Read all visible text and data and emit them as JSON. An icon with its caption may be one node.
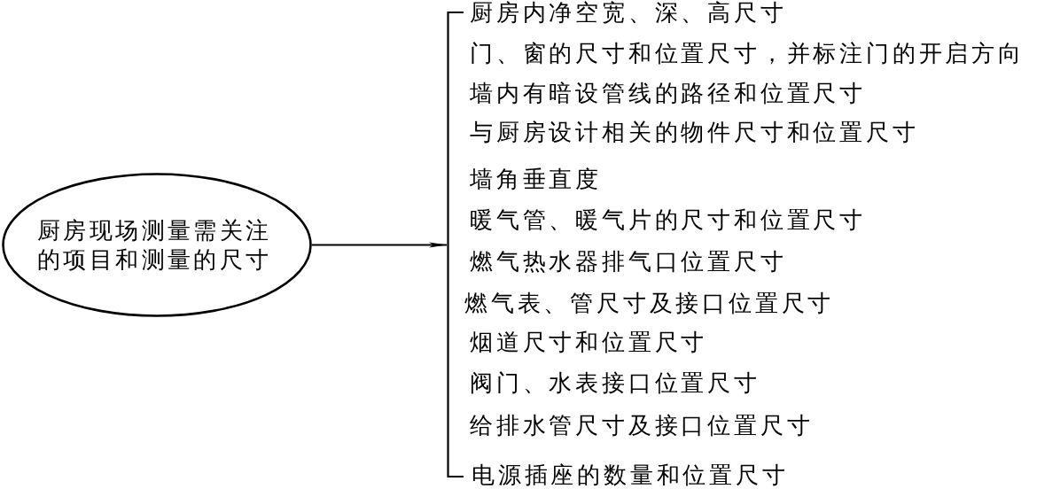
{
  "diagram": {
    "nodes": [
      {
        "text": [
          "厨房现场测量需关注的项目和测量的尺寸"
        ]
      },
      {
        "text": [],
        "shape": "bracket"
      }
    ],
    "edges": [
      {
        "from": 0,
        "to": 1,
        "arrow": "to"
      }
    ],
    "labels": [
      "厨房内净空宽、深、高尺寸",
      "门、窗的尺寸和位置尺寸，并标注门的开启方向",
      "墙内有暗设管线的路径和位置尺寸",
      "与厨房设计相关的物件尺寸和位置尺寸",
      "墙角垂直度",
      "暖气管、暖气片的尺寸和位置尺寸",
      "燃气热水器排气口位置尺寸",
      "燃气表、管尺寸及接口位置尺寸",
      "烟道尺寸和位置尺寸",
      "阀门、水表接口位置尺寸",
      "给排水管尺寸及接口位置尺寸",
      "电源插座的数量和位置尺寸"
    ]
  }
}
